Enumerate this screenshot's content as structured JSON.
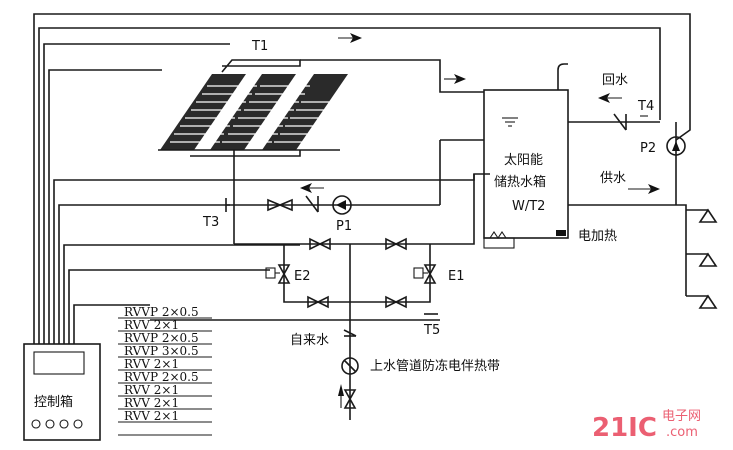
{
  "labels": {
    "t1": "T1",
    "t2_tank": "W/T2",
    "t3": "T3",
    "t4": "T4",
    "t5": "T5",
    "p1": "P1",
    "p2": "P2",
    "e1": "E1",
    "e2": "E2",
    "tank_line1": "太阳能",
    "tank_line2": "储热水箱",
    "return_water": "回水",
    "supply_water": "供水",
    "electric_heating": "电加热",
    "tap_water": "自来水",
    "heat_tape": "上水管道防冻电伴热带",
    "control_box": "控制箱"
  },
  "cables": [
    "RVVP 2×0.5",
    "RVV  2×1",
    "RVVP 2×0.5",
    "RVVP 3×0.5",
    "RVV  2×1",
    "RVVP 2×0.5",
    "RVV  2×1",
    "RVV  2×1",
    "RVV  2×1"
  ],
  "watermark": {
    "logo_main": "21IC",
    "logo_cn": "电子网",
    "logo_url": ".com"
  }
}
